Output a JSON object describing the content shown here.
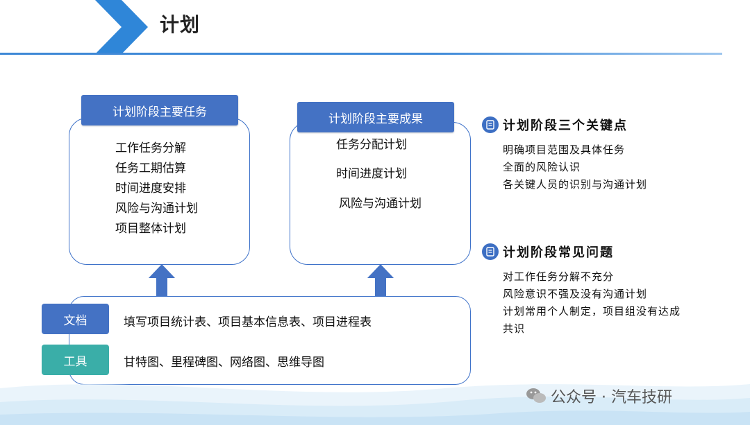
{
  "header": {
    "title": "计划"
  },
  "left_panel": {
    "heading": "计划阶段主要任务",
    "items": [
      "工作任务分解",
      "任务工期估算",
      "时间进度安排",
      "风险与沟通计划",
      "项目整体计划"
    ]
  },
  "middle_panel": {
    "heading": "计划阶段主要成果",
    "items": [
      "任务分配计划",
      "时间进度计划",
      "风险与沟通计划"
    ]
  },
  "bottom_panel": {
    "doc_label": "文档",
    "doc_text": "填写项目统计表、项目基本信息表、项目进程表",
    "tool_label": "工具",
    "tool_text": "甘特图、里程碑图、网络图、思维导图"
  },
  "side_sections": [
    {
      "heading": "计划阶段三个关键点",
      "icon": "document-icon",
      "items": [
        "明确项目范围及具体任务",
        "全面的风险认识",
        "各关键人员的识别与沟通计划"
      ]
    },
    {
      "heading": "计划阶段常见问题",
      "icon": "document-icon",
      "items": [
        "对工作任务分解不充分",
        "风险意识不强及没有沟通计划",
        "计划常用个人制定，项目组没有达成",
        "共识"
      ]
    }
  ],
  "watermark": "公众号 · 汽车技研",
  "colors": {
    "primary_blue": "#4472c4",
    "teal": "#3aaea8",
    "chevron_blue": "#2f86d8"
  }
}
